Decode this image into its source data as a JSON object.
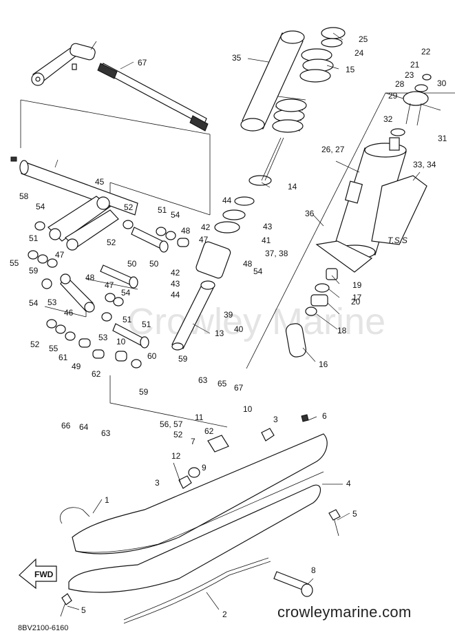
{
  "diagram": {
    "part_labels": [
      "1",
      "2",
      "3",
      "3",
      "4",
      "5",
      "5",
      "6",
      "7",
      "8",
      "9",
      "10",
      "10",
      "11",
      "12",
      "13",
      "14",
      "15",
      "16",
      "17",
      "18",
      "19",
      "20",
      "21",
      "22",
      "23",
      "24",
      "25",
      "26, 27",
      "28",
      "29",
      "30",
      "31",
      "32",
      "33, 34",
      "35",
      "36",
      "37, 38",
      "39",
      "40",
      "41",
      "42",
      "42",
      "43",
      "43",
      "44",
      "44",
      "45",
      "46",
      "47",
      "47",
      "47",
      "48",
      "48",
      "48",
      "49",
      "50",
      "50",
      "51",
      "51",
      "51",
      "51",
      "52",
      "52",
      "52",
      "52",
      "53",
      "53",
      "54",
      "54",
      "54",
      "54",
      "54",
      "55",
      "55",
      "56, 57",
      "58",
      "59",
      "59",
      "59",
      "60",
      "61",
      "62",
      "62",
      "63",
      "63",
      "64",
      "65",
      "66",
      "67",
      "67"
    ],
    "direction_marker": "FWD",
    "part_stamp": "T.S.S",
    "watermark": "Crowley Marine",
    "footer_brand": "crowleymarine.com",
    "footer_code": "8BV2100-6160"
  }
}
